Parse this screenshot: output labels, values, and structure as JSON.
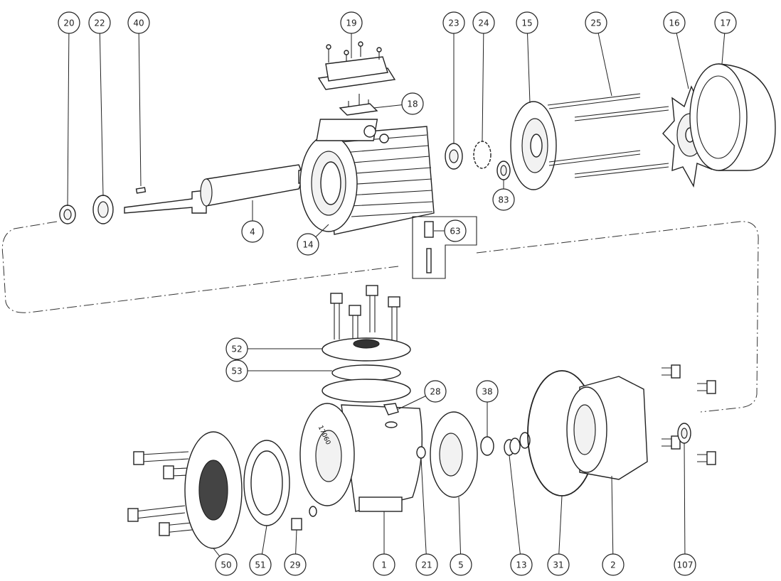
{
  "diagram": {
    "casting_mark": "17060",
    "callouts": [
      "20",
      "22",
      "40",
      "19",
      "23",
      "24",
      "15",
      "25",
      "16",
      "17",
      "18",
      "83",
      "4",
      "14",
      "63",
      "52",
      "53",
      "28",
      "38",
      "50",
      "51",
      "29",
      "1",
      "21",
      "5",
      "13",
      "31",
      "2",
      "107"
    ]
  }
}
